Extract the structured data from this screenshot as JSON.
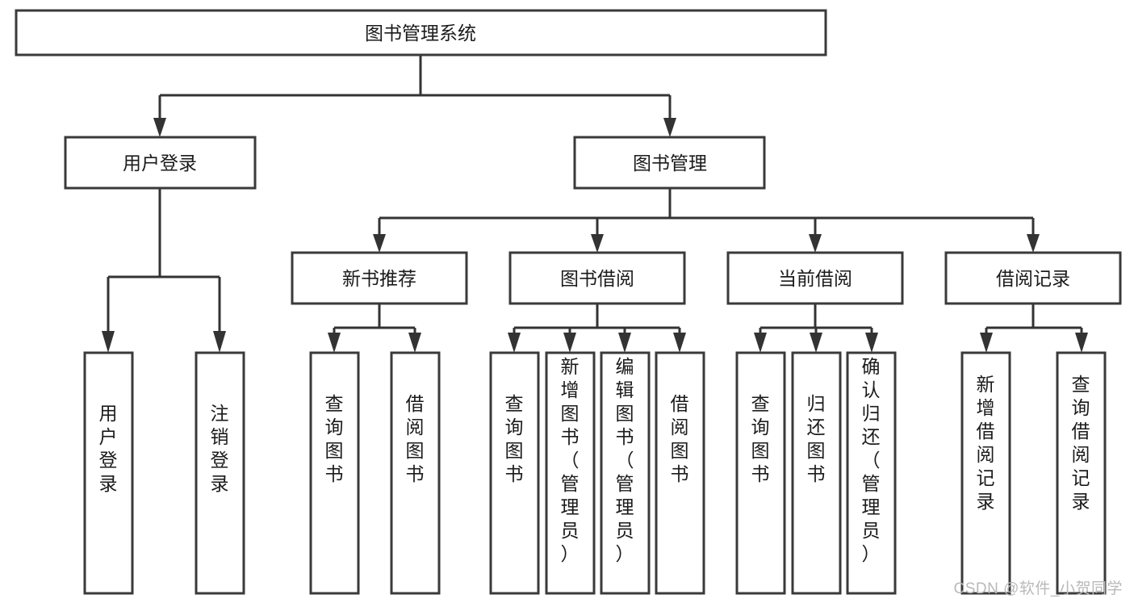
{
  "diagram": {
    "type": "tree-flowchart",
    "title": "图书管理系统",
    "watermark": "CSDN @软件_小贺同学",
    "colors": {
      "box_stroke": "#3a3a3a",
      "line": "#333333",
      "box_fill": "#ffffff",
      "text": "#1b1b1b",
      "watermark": "#b9b9b9",
      "background": "#ffffff"
    },
    "root": {
      "label": "图书管理系统"
    },
    "level2": [
      {
        "label": "用户登录"
      },
      {
        "label": "图书管理"
      }
    ],
    "level3": [
      {
        "label": "新书推荐"
      },
      {
        "label": "图书借阅"
      },
      {
        "label": "当前借阅"
      },
      {
        "label": "借阅记录"
      }
    ],
    "leaves": {
      "user_login": [
        {
          "label": "用户登录"
        },
        {
          "label": "注销登录"
        }
      ],
      "new_book": [
        {
          "label": "查询图书"
        },
        {
          "label": "借阅图书"
        }
      ],
      "book_borrow": [
        {
          "label": "查询图书"
        },
        {
          "label": "新增图书（管理员）"
        },
        {
          "label": "编辑图书（管理员）"
        },
        {
          "label": "借阅图书"
        }
      ],
      "current_borrow": [
        {
          "label": "查询图书"
        },
        {
          "label": "归还图书"
        },
        {
          "label": "确认归还（管理员）"
        }
      ],
      "borrow_record": [
        {
          "label": "新增借阅记录"
        },
        {
          "label": "查询借阅记录"
        }
      ]
    }
  }
}
